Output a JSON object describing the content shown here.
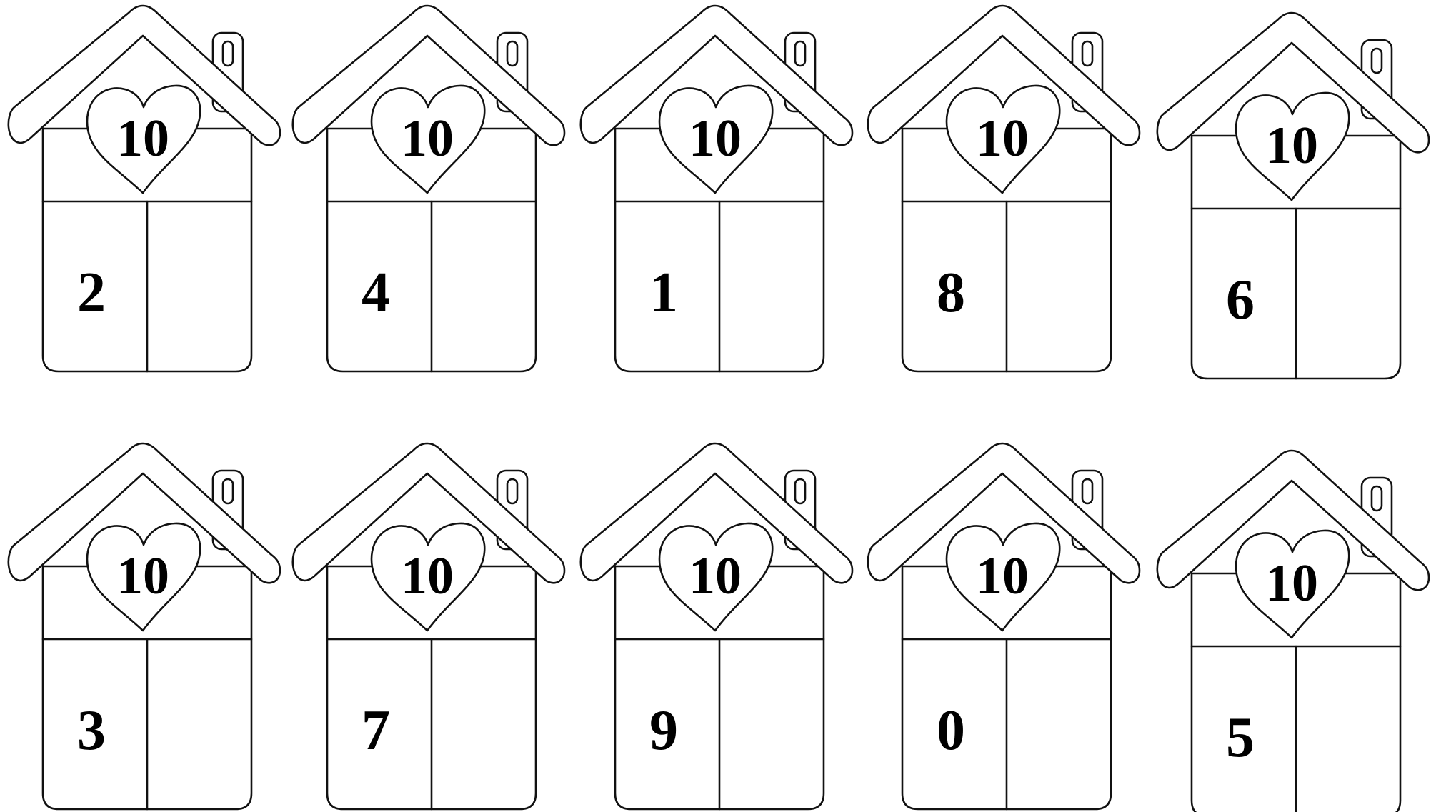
{
  "worksheet": {
    "rows": [
      {
        "houses": [
          {
            "roof_number": "10",
            "chimney_mark": "0",
            "given_number": "2",
            "answer": ""
          },
          {
            "roof_number": "10",
            "chimney_mark": "0",
            "given_number": "4",
            "answer": ""
          },
          {
            "roof_number": "10",
            "chimney_mark": "0",
            "given_number": "1",
            "answer": ""
          },
          {
            "roof_number": "10",
            "chimney_mark": "0",
            "given_number": "8",
            "answer": ""
          },
          {
            "roof_number": "10",
            "chimney_mark": "0",
            "given_number": "6",
            "answer": ""
          }
        ]
      },
      {
        "houses": [
          {
            "roof_number": "10",
            "chimney_mark": "0",
            "given_number": "3",
            "answer": ""
          },
          {
            "roof_number": "10",
            "chimney_mark": "0",
            "given_number": "7",
            "answer": ""
          },
          {
            "roof_number": "10",
            "chimney_mark": "0",
            "given_number": "9",
            "answer": ""
          },
          {
            "roof_number": "10",
            "chimney_mark": "0",
            "given_number": "0",
            "answer": ""
          },
          {
            "roof_number": "10",
            "chimney_mark": "0",
            "given_number": "5",
            "answer": ""
          }
        ]
      }
    ],
    "colors": {
      "outline": "#111111",
      "fill": "#ffffff",
      "text": "#000000"
    }
  }
}
